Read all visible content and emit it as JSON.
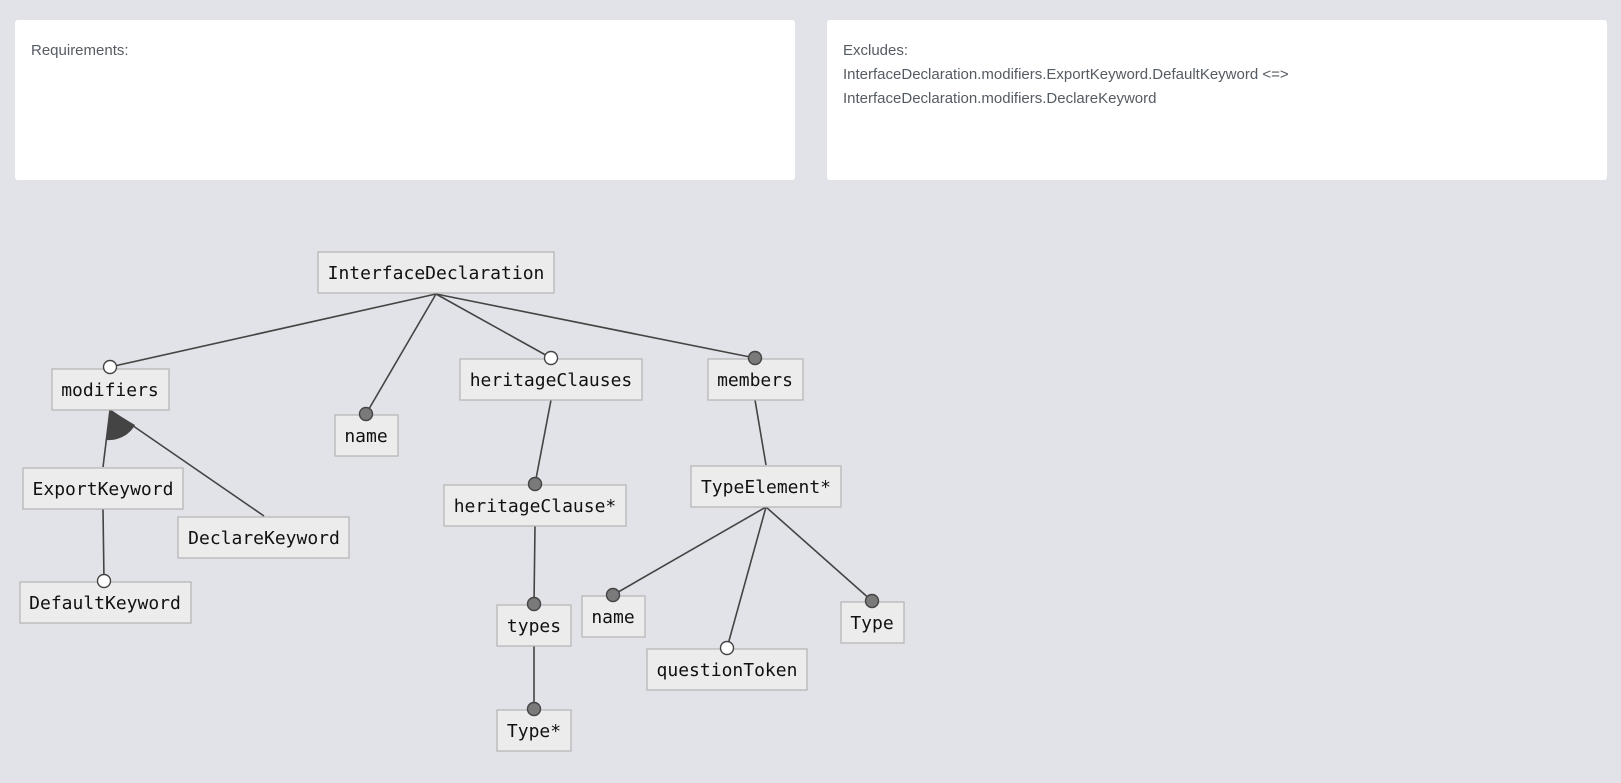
{
  "requirements": {
    "label": "Requirements:"
  },
  "excludes": {
    "label": "Excludes:",
    "rules": [
      "InterfaceDeclaration.modifiers.ExportKeyword.DefaultKeyword <=>",
      "InterfaceDeclaration.modifiers.DeclareKeyword"
    ]
  },
  "diagram": {
    "nodes": {
      "root": "InterfaceDeclaration",
      "modifiers": "modifiers",
      "name": "name",
      "heritageClauses": "heritageClauses",
      "members": "members",
      "exportKeyword": "ExportKeyword",
      "declareKeyword": "DeclareKeyword",
      "defaultKeyword": "DefaultKeyword",
      "heritageClause": "heritageClause*",
      "types": "types",
      "typeList": "Type*",
      "typeElement": "TypeElement*",
      "memberName": "name",
      "questionToken": "questionToken",
      "memberType": "Type"
    }
  }
}
